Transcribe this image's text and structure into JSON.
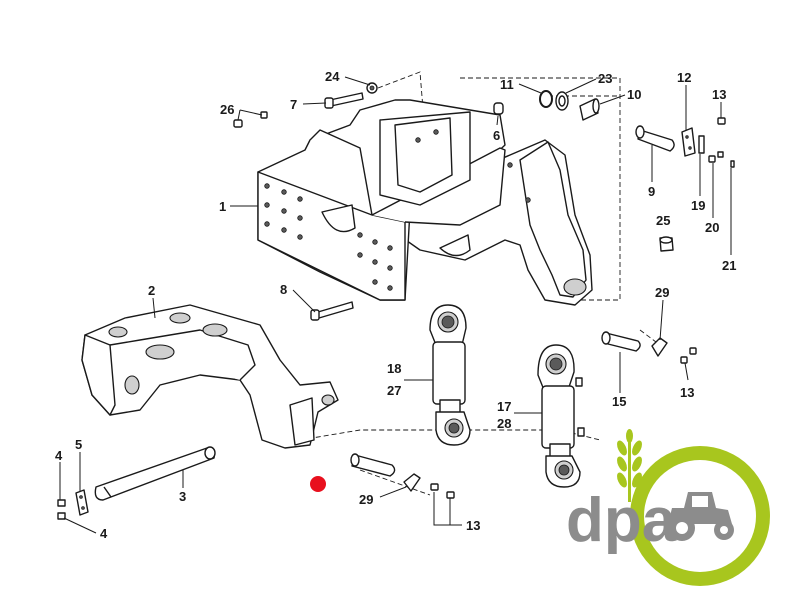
{
  "diagram": {
    "callouts": [
      {
        "id": "c24",
        "text": "24"
      },
      {
        "id": "c7",
        "text": "7"
      },
      {
        "id": "c26",
        "text": "26"
      },
      {
        "id": "c11",
        "text": "11"
      },
      {
        "id": "c23",
        "text": "23"
      },
      {
        "id": "c10",
        "text": "10"
      },
      {
        "id": "c12",
        "text": "12"
      },
      {
        "id": "c13a",
        "text": "13"
      },
      {
        "id": "c6",
        "text": "6"
      },
      {
        "id": "c1",
        "text": "1"
      },
      {
        "id": "c9",
        "text": "9"
      },
      {
        "id": "c19",
        "text": "19"
      },
      {
        "id": "c20",
        "text": "20"
      },
      {
        "id": "c25",
        "text": "25"
      },
      {
        "id": "c21",
        "text": "21"
      },
      {
        "id": "c8",
        "text": "8"
      },
      {
        "id": "c2",
        "text": "2"
      },
      {
        "id": "c29a",
        "text": "29"
      },
      {
        "id": "c13b",
        "text": "13"
      },
      {
        "id": "c18",
        "text": "18"
      },
      {
        "id": "c27",
        "text": "27"
      },
      {
        "id": "c15",
        "text": "15"
      },
      {
        "id": "c17",
        "text": "17"
      },
      {
        "id": "c28",
        "text": "28"
      },
      {
        "id": "c4a",
        "text": "4"
      },
      {
        "id": "c5",
        "text": "5"
      },
      {
        "id": "c3",
        "text": "3"
      },
      {
        "id": "c4b",
        "text": "4"
      },
      {
        "id": "c29b",
        "text": "29"
      },
      {
        "id": "c13c",
        "text": "13"
      }
    ]
  },
  "logo": {
    "text": "dpa",
    "colors": {
      "text": "#8c8c8c",
      "wheat": "#a8c61e",
      "wheel": "#a8c61e",
      "tractor": "#8c8c8c"
    }
  },
  "marker": {
    "color": "#e8101e"
  }
}
